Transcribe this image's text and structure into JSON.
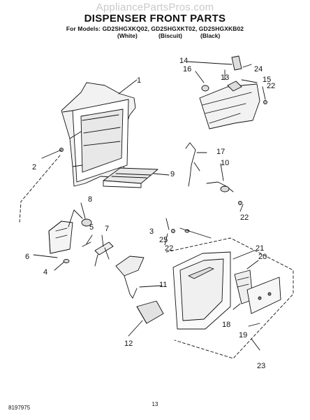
{
  "watermark": "AppliancePartsPros.com",
  "title": "DISPENSER FRONT PARTS",
  "models_line": "For Models: GD2SHGXKQ02, GD2SHGXKT02, GD2SHGXKB02",
  "variants": [
    "(White)",
    "(Biscuit)",
    "(Black)"
  ],
  "callouts": [
    "1",
    "2",
    "3",
    "4",
    "5",
    "6",
    "7",
    "8",
    "9",
    "10",
    "11",
    "12",
    "13",
    "14",
    "15",
    "16",
    "17",
    "18",
    "19",
    "20",
    "21",
    "22",
    "22",
    "22",
    "23",
    "24",
    "25"
  ],
  "doc_number": "8197975",
  "page_number": "13"
}
